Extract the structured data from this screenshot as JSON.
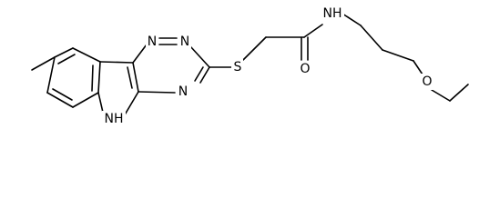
{
  "molecule": {
    "atoms": {
      "n_ring_1": "N",
      "n_ring_2": "N",
      "n_ring_3": "N",
      "nh_indole": "NH",
      "sulfur": "S",
      "carbonyl_oxygen": "O",
      "nh_amide": "NH",
      "ether_oxygen": "O"
    }
  },
  "colors": {
    "bond": "#000000",
    "label": "#000000",
    "background": "#ffffff"
  }
}
